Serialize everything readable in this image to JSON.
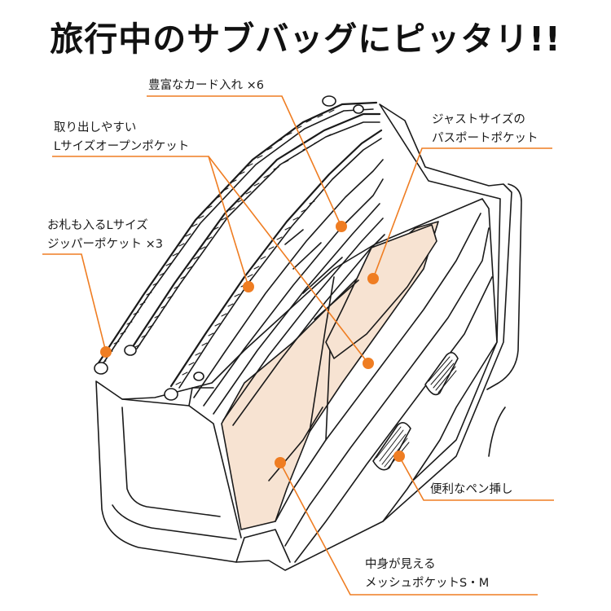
{
  "headline": "旅行中のサブバッグにピッタリ!!",
  "colors": {
    "accent": "#ef7d22",
    "mesh": "#f7e3d2",
    "outline": "#1a1a1a"
  },
  "callouts": [
    {
      "id": "card-slots",
      "lines": [
        "豊富なカード入れ ×6"
      ]
    },
    {
      "id": "open-pocket",
      "lines": [
        "取り出しやすい",
        "Lサイズオープンポケット"
      ]
    },
    {
      "id": "passport-pocket",
      "lines": [
        "ジャストサイズの",
        "パスポートポケット"
      ]
    },
    {
      "id": "zipper-pocket",
      "lines": [
        "お札も入るLサイズ",
        "ジッパーポケット ×3"
      ]
    },
    {
      "id": "pen-holder",
      "lines": [
        "便利なペン挿し"
      ]
    },
    {
      "id": "mesh-pocket",
      "lines": [
        "中身が見える",
        "メッシュポケットS・M"
      ]
    }
  ]
}
